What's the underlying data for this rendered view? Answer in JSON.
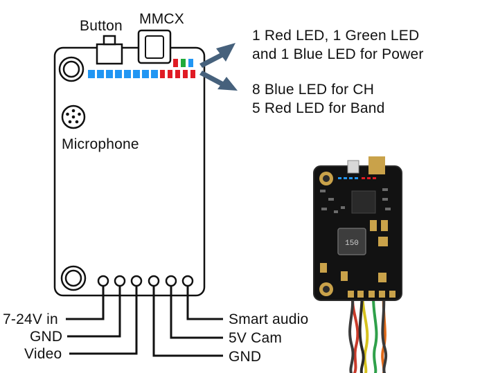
{
  "top_labels": {
    "button": "Button",
    "mmcx": "MMCX",
    "microphone": "Microphone"
  },
  "callouts": {
    "power_line1": "1 Red LED, 1 Green LED",
    "power_line2": "and 1 Blue LED for Power",
    "ch_line1": "8 Blue LED for CH",
    "ch_line2": "5 Red LED for Band"
  },
  "pins_left": [
    "7-24V in",
    "GND",
    "Video"
  ],
  "pins_right": [
    "Smart audio",
    "5V Cam",
    "GND"
  ],
  "chip_marking": "150",
  "led_counts": {
    "blue_ch": 8,
    "red_band": 5,
    "power": [
      "red",
      "green",
      "blue"
    ]
  },
  "colors": {
    "outline": "#111111",
    "led_blue": "#2196f3",
    "led_red": "#e01b24",
    "led_green": "#1faa3a",
    "arrow": "#46617c",
    "pcb": "#121212",
    "gold": "#c9a24a"
  }
}
